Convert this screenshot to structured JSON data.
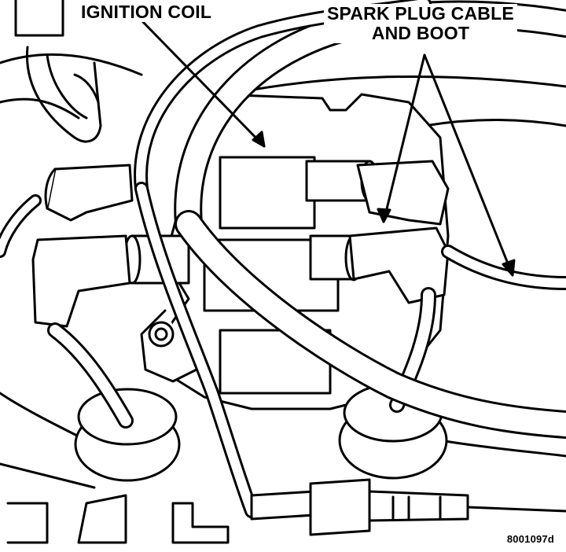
{
  "labels": {
    "ignition_coil": "IGNITION COIL",
    "spark_plug_cable_line1": "SPARK PLUG CABLE",
    "spark_plug_cable_line2": "AND BOOT",
    "figure_number": "8001097d"
  },
  "colors": {
    "ink": "#000000",
    "paper": "#ffffff"
  },
  "icons": {
    "coil_arrow": "arrow-icon",
    "cable_arrow_left": "arrow-icon",
    "cable_arrow_right": "arrow-icon"
  }
}
